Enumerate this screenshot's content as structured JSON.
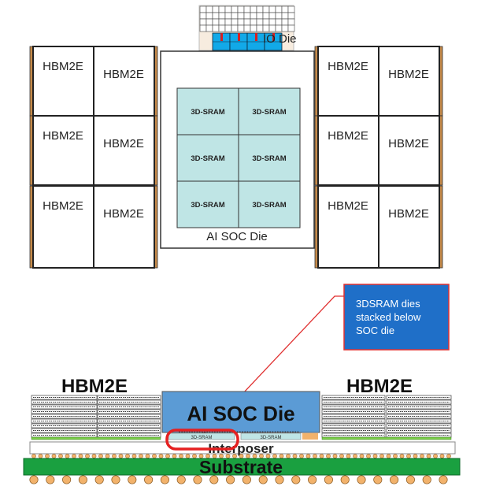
{
  "top_view": {
    "hbm_label": "HBM2E",
    "sram_label": "3D-SRAM",
    "soc_label": "AI SOC Die",
    "io_label": "IO Die"
  },
  "cross_section": {
    "hbm_left": "HBM2E",
    "hbm_right": "HBM2E",
    "soc_label": "AI SOC Die",
    "sram_label": "3D-SRAM",
    "interposer_label": "Interposer",
    "substrate_label": "Substrate"
  },
  "callout": {
    "lines": [
      "3DSRAM dies",
      "stacked below",
      "SOC die"
    ]
  },
  "colors": {
    "soc_blue": "#5b9bd5",
    "sram_fill": "#bfe5e5",
    "substrate": "#1aa040",
    "callout_fill": "#1f6fc8",
    "callout_border": "#e03030",
    "bump": "#f2b26b",
    "io_blue": "#12a9e8"
  }
}
